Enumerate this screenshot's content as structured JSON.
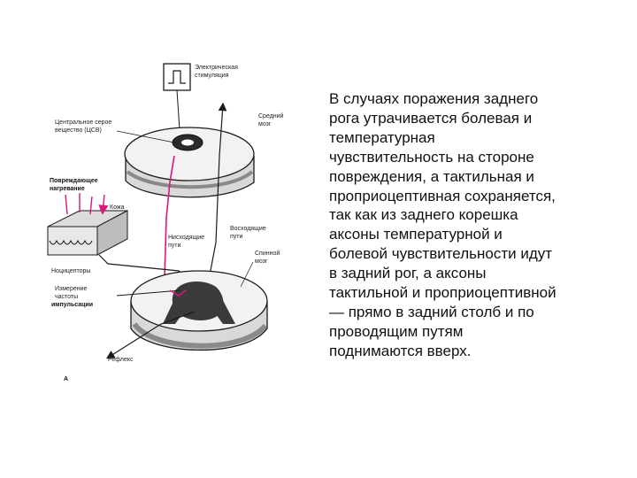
{
  "diagram": {
    "labels": {
      "stimulation": [
        "Электрическая",
        "стимуляция"
      ],
      "central_gray": [
        "Центральное серое",
        "вещество (ЦСВ)"
      ],
      "midbrain": [
        "Средний",
        "мозг"
      ],
      "heating": [
        "Повреждающее",
        "нагревание"
      ],
      "skin": "Кожа",
      "descending": [
        "Нисходящие",
        "пути"
      ],
      "ascending": [
        "Восходящие",
        "пути"
      ],
      "nociceptors": "Ноцицепторы",
      "measurement": [
        "Измерение",
        "частоты",
        "импульсации"
      ],
      "spinal_cord": [
        "Спинной",
        "мозг"
      ],
      "reflex": "Рефлекс",
      "panel_letter": "А"
    },
    "colors": {
      "pathway": "#d6197a",
      "ink": "#1a1a1a",
      "gray_matter": "#3a3a3a"
    }
  },
  "body_text": "В случаях поражения заднего\nрога утрачивается болевая и\nтемпературная\nчувствительность на стороне\nповреждения, а тактильная и\nпроприоцептивная сохраняется,\nтак как из заднего корешка\nаксоны температурной и\nболевой чувствительности идут\nв задний рог, а аксоны\nтактильной и проприоцептивной\n— прямо в задний столб и по\nпроводящим путям\nподнимаются вверх."
}
